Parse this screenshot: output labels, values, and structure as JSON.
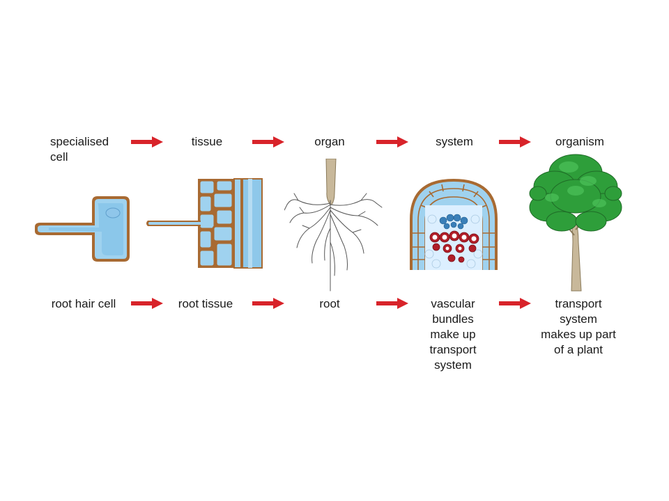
{
  "stages": [
    {
      "top": "specialised\ncell",
      "bottom": "root hair cell"
    },
    {
      "top": "tissue",
      "bottom": "root tissue"
    },
    {
      "top": "organ",
      "bottom": "root"
    },
    {
      "top": "system",
      "bottom": "vascular\nbundles\nmake up\ntransport\nsystem"
    },
    {
      "top": "organism",
      "bottom": "transport\nsystem\nmakes up part\nof a plant"
    }
  ],
  "colors": {
    "arrow": "#d8232a",
    "cell_fill": "#9fd2ef",
    "cell_wall": "#a86a32",
    "xylem": "#b01e28",
    "phloem": "#3a7fb8",
    "leaf": "#2e9e3a",
    "trunk": "#c8b89a"
  }
}
